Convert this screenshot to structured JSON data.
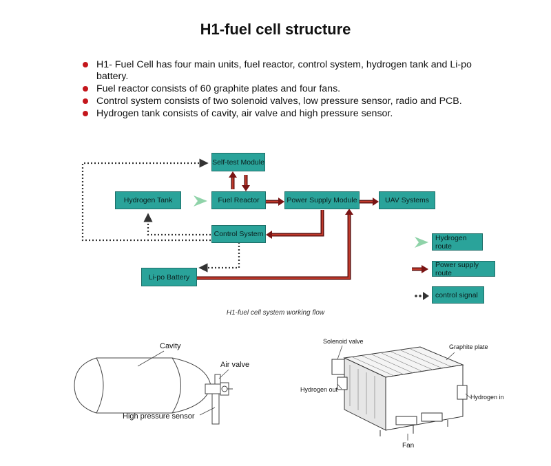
{
  "title": "H1-fuel cell structure",
  "bullets": [
    "H1- Fuel Cell has four main units, fuel reactor, control system, hydrogen tank and Li-po battery.",
    "Fuel reactor consists of 60 graphite plates and four fans.",
    "Control system consists of  two solenoid valves,  low pressure sensor, radio and PCB.",
    "Hydrogen tank consists of cavity, air valve and high pressure sensor."
  ],
  "diagram": {
    "boxes": {
      "self_test": "Self-test Module",
      "hydrogen_tank": "Hydrogen Tank",
      "fuel_reactor": "Fuel Reactor",
      "power_supply": "Power Supply Module",
      "uav": "UAV Systems",
      "control_system": "Control System",
      "lipo": "Li-po Battery"
    },
    "legend": {
      "hydrogen_route": "Hydrogen route",
      "power_route": "Power supply route",
      "control_signal": "control signal"
    },
    "colors": {
      "box": "#2aa39a",
      "hydrogen_arrow": "#8fd3a9",
      "power_arrow": "#9b1c1c",
      "signal": "#333333"
    },
    "caption": "H1-fuel cell system working flow"
  },
  "illustrations": {
    "tank": {
      "cavity": "Cavity",
      "air_valve": "Air valve",
      "high_pressure_sensor": "High pressure sensor"
    },
    "reactor": {
      "solenoid_valve": "Solenoid valve",
      "graphite_plate": "Graphite plate",
      "hydrogen_out": "Hydrogen out",
      "hydrogen_in": "Hydrogen in",
      "fan": "Fan"
    }
  }
}
